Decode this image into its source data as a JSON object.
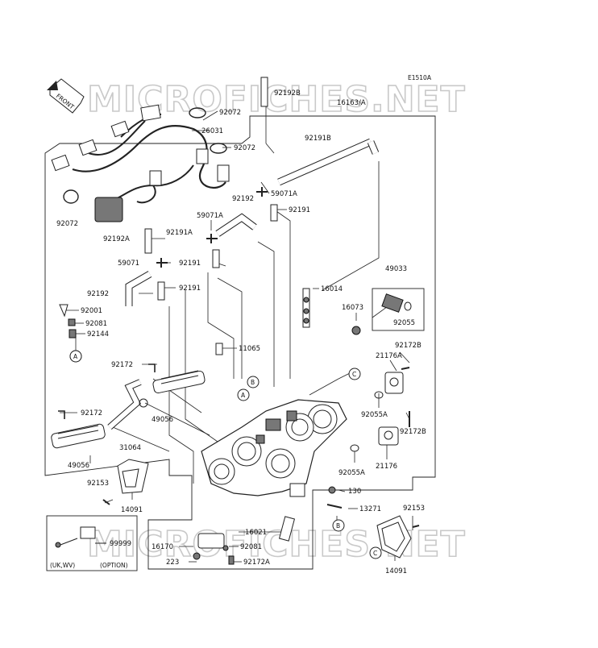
{
  "diagram": {
    "ref_code": "E1510A",
    "front_label": "FRONT",
    "watermarks": [
      "MICROFICHES.NET",
      "MICROFICHES.NET"
    ],
    "option_box": {
      "part": "99999",
      "left_note": "(UK,WV)",
      "right_note": "(OPTION)"
    },
    "labels": {
      "l92192B": "92192B",
      "l16163A": "16163/A",
      "l92072a": "92072",
      "l26031": "26031",
      "l92072b": "92072",
      "l92191B": "92191B",
      "l92072c": "92072",
      "l59071A_r": "59071A",
      "l92192_r": "92192",
      "l92191_r": "92191",
      "l59071A_m": "59071A",
      "l92192A": "92192A",
      "l92191A": "92191A",
      "l59071": "59071",
      "l92191_m": "92191",
      "l92191_l": "92191",
      "l92192_l": "92192",
      "l16014": "16014",
      "l49033": "49033",
      "l16073": "16073",
      "l92055": "92055",
      "l92001": "92001",
      "l92081_a": "92081",
      "l92144": "92144",
      "l11065": "11065",
      "l92172B_a": "92172B",
      "l21176A": "21176A",
      "l92172_a": "92172",
      "l92172_b": "92172",
      "l49056_a": "49056",
      "l92055A_a": "92055A",
      "l92172B_b": "92172B",
      "l31064": "31064",
      "l49056_b": "49056",
      "l21176": "21176",
      "l92055A_b": "92055A",
      "l92153_a": "92153",
      "l14091_a": "14091",
      "l130": "130",
      "l13271": "13271",
      "l92153_b": "92153",
      "l16021": "16021",
      "l16170": "16170",
      "l92081_b": "92081",
      "l223": "223",
      "l92172A": "92172A",
      "l14091_b": "14091"
    },
    "callouts": {
      "a1": "A",
      "a2": "A",
      "b1": "B",
      "b2": "B",
      "c1": "C",
      "c2": "C"
    }
  }
}
